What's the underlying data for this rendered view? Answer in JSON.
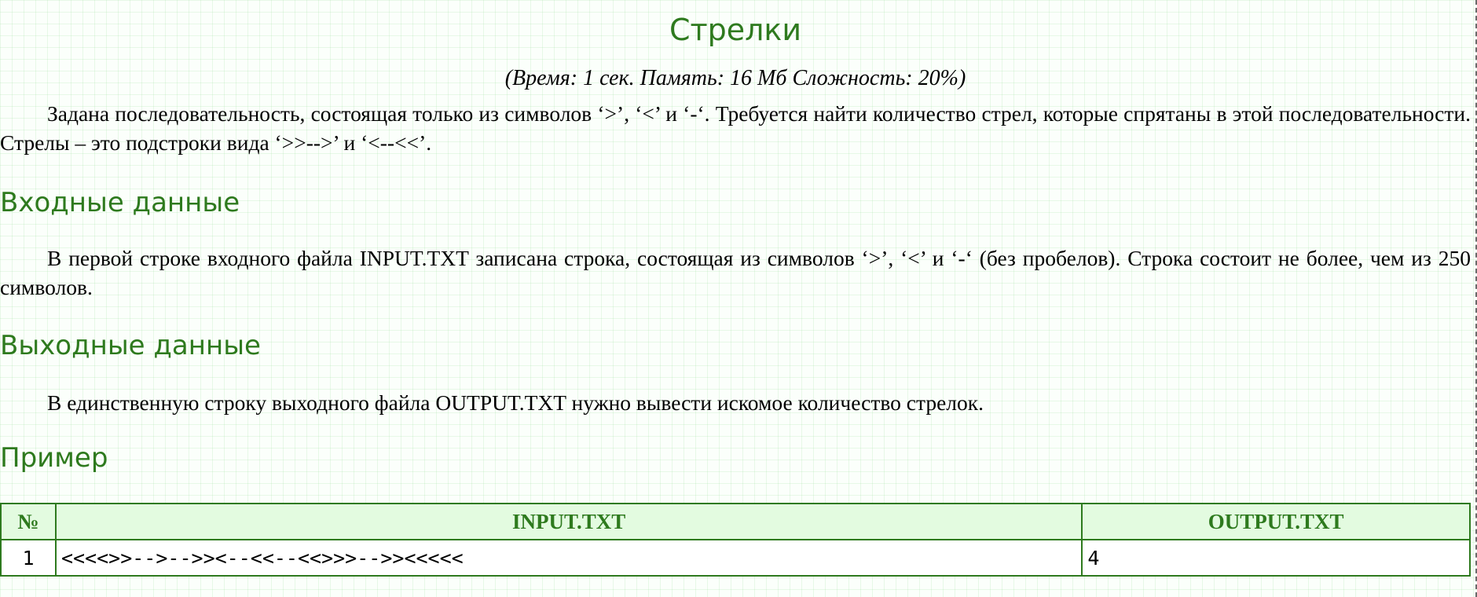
{
  "problem": {
    "title": "Стрелки",
    "limits": "(Время: 1 сек. Память: 16 Мб Сложность: 20%)",
    "statement": "Задана последовательность, состоящая только из символов ‘>’, ‘<’ и ‘-‘. Требуется найти количество стрел, которые спрятаны в этой последовательности. Стрелы – это подстроки вида ‘>>-->’ и ‘<--<<’."
  },
  "input_section": {
    "heading": "Входные данные",
    "text": "В первой строке входного файла INPUT.TXT записана строка, состоящая из символов ‘>’, ‘<’ и ‘-‘ (без пробелов). Строка состоит не более, чем из 250 символов."
  },
  "output_section": {
    "heading": "Выходные данные",
    "text": "В единственную строку выходного файла OUTPUT.TXT нужно вывести искомое количество стрелок."
  },
  "example": {
    "heading": "Пример",
    "columns": [
      "№",
      "INPUT.TXT",
      "OUTPUT.TXT"
    ],
    "rows": [
      {
        "num": "1",
        "input": "<<<<>>-->-->><--<<--<<>>>-->><<<<<",
        "output": "4"
      }
    ]
  },
  "colors": {
    "heading": "#2e7a1e",
    "table_header_bg": "#e3fbe0",
    "grid": "#96dc96"
  }
}
